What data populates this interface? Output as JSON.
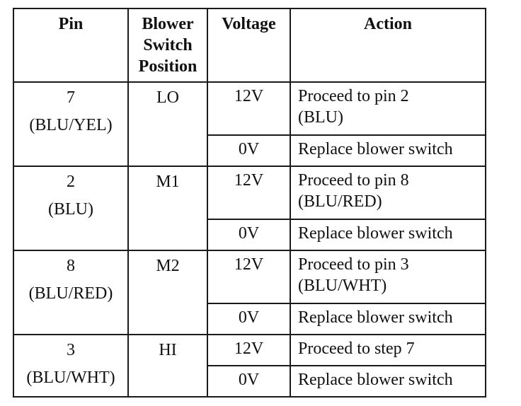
{
  "table": {
    "headers": {
      "pin": "Pin",
      "position": [
        "Blower",
        "Switch",
        "Position"
      ],
      "voltage": "Voltage",
      "action": "Action"
    },
    "rows": [
      {
        "pin": "7",
        "wire": "(BLU/YEL)",
        "position": "LO",
        "checks": [
          {
            "voltage": "12V",
            "action": [
              "Proceed to pin 2",
              "(BLU)"
            ]
          },
          {
            "voltage": "0V",
            "action": [
              "Replace blower switch"
            ]
          }
        ]
      },
      {
        "pin": "2",
        "wire": "(BLU)",
        "position": "M1",
        "checks": [
          {
            "voltage": "12V",
            "action": [
              "Proceed to pin 8",
              "(BLU/RED)"
            ]
          },
          {
            "voltage": "0V",
            "action": [
              "Replace blower switch"
            ]
          }
        ]
      },
      {
        "pin": "8",
        "wire": "(BLU/RED)",
        "position": "M2",
        "checks": [
          {
            "voltage": "12V",
            "action": [
              "Proceed to pin 3",
              "(BLU/WHT)"
            ]
          },
          {
            "voltage": "0V",
            "action": [
              "Replace blower switch"
            ]
          }
        ]
      },
      {
        "pin": "3",
        "wire": "(BLU/WHT)",
        "position": "HI",
        "checks": [
          {
            "voltage": "12V",
            "action": [
              "Proceed to step 7"
            ]
          },
          {
            "voltage": "0V",
            "action": [
              "Replace blower switch"
            ]
          }
        ]
      }
    ]
  }
}
